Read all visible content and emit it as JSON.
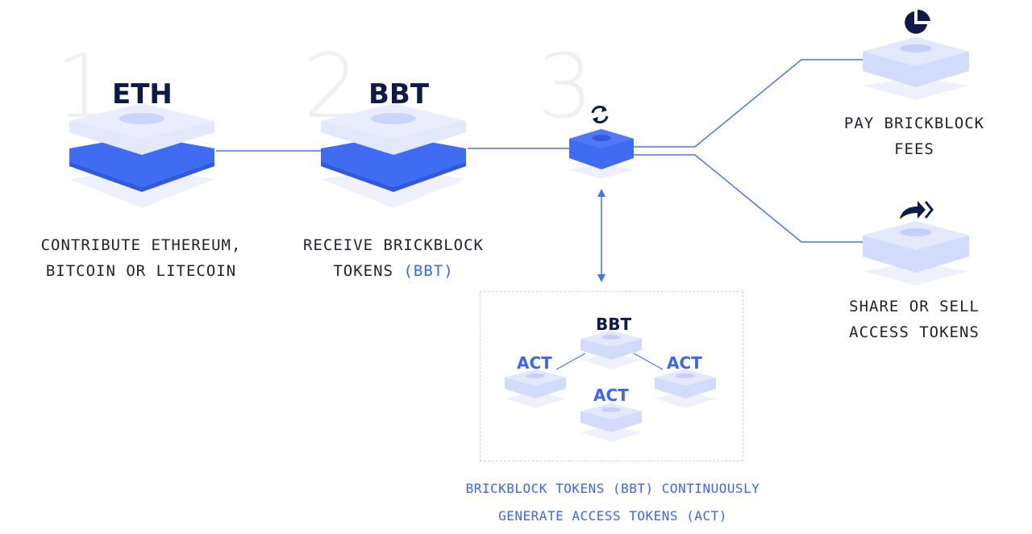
{
  "steps": [
    {
      "number": "1",
      "token": "ETH",
      "caption_line1": "CONTRIBUTE ETHEREUM,",
      "caption_line2": "BITCOIN OR LITECOIN"
    },
    {
      "number": "2",
      "token": "BBT",
      "caption_line1": "RECEIVE BRICKBLOCK",
      "caption_line2_prefix": "TOKENS",
      "caption_line2_highlight": "(BBT)"
    },
    {
      "number": "3"
    }
  ],
  "outcomes": [
    {
      "line1": "PAY BRICKBLOCK",
      "line2": "FEES",
      "icon": "pie-chart-icon"
    },
    {
      "line1": "SHARE OR SELL",
      "line2": "ACCESS TOKENS",
      "icon": "share-arrows-icon"
    }
  ],
  "generation": {
    "bbt_label": "BBT",
    "act_left": "ACT",
    "act_right": "ACT",
    "act_bottom": "ACT",
    "caption_line1": "BRICKBLOCK TOKENS (BBT) CONTINUOUSLY",
    "caption_line2": "GENERATE ACCESS TOKENS (ACT)"
  },
  "colors": {
    "accent": "#3b66f5",
    "dark_navy": "#0e1a4a",
    "light_layer": "#e3e8fb",
    "mid_layer": "#c9d3f8",
    "bright_layer": "#3f6cf1",
    "line": "#4a74ee"
  },
  "icons": [
    "refresh-icon",
    "pie-chart-icon",
    "share-arrows-icon"
  ]
}
